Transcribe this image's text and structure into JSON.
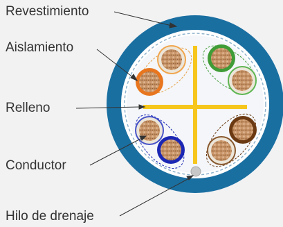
{
  "labels": {
    "sheath": "Revestimiento",
    "insulation": "Aislamiento",
    "filler": "Relleno",
    "conductor": "Conductor",
    "drain_wire": "Hilo de drenaje"
  },
  "colors": {
    "background": "#f2f2f3",
    "sheath": "#1a6fa1",
    "inner_ring": "#ffffff",
    "core_fill": "#f4f6f9",
    "filler": "#f6c61c",
    "copper": "#c9966a",
    "pair_orange": "#e8761f",
    "pair_green": "#3f9c36",
    "pair_blue": "#1b27b4",
    "pair_brown": "#6b3a13",
    "striped": "#ece6da",
    "drain": "#c8c8c8",
    "text": "#333333",
    "leader": "#333333"
  },
  "pairs": [
    {
      "name": "orange",
      "color": "orange"
    },
    {
      "name": "green",
      "color": "green"
    },
    {
      "name": "blue",
      "color": "blue"
    },
    {
      "name": "brown",
      "color": "brown"
    }
  ]
}
